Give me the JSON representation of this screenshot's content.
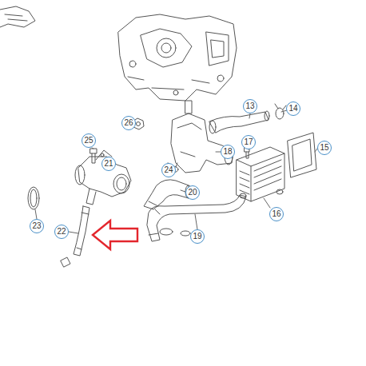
{
  "diagram": {
    "labels": [
      "13",
      "14",
      "26",
      "17",
      "15",
      "18",
      "25",
      "21",
      "24",
      "20",
      "16",
      "23",
      "22",
      "19"
    ]
  }
}
